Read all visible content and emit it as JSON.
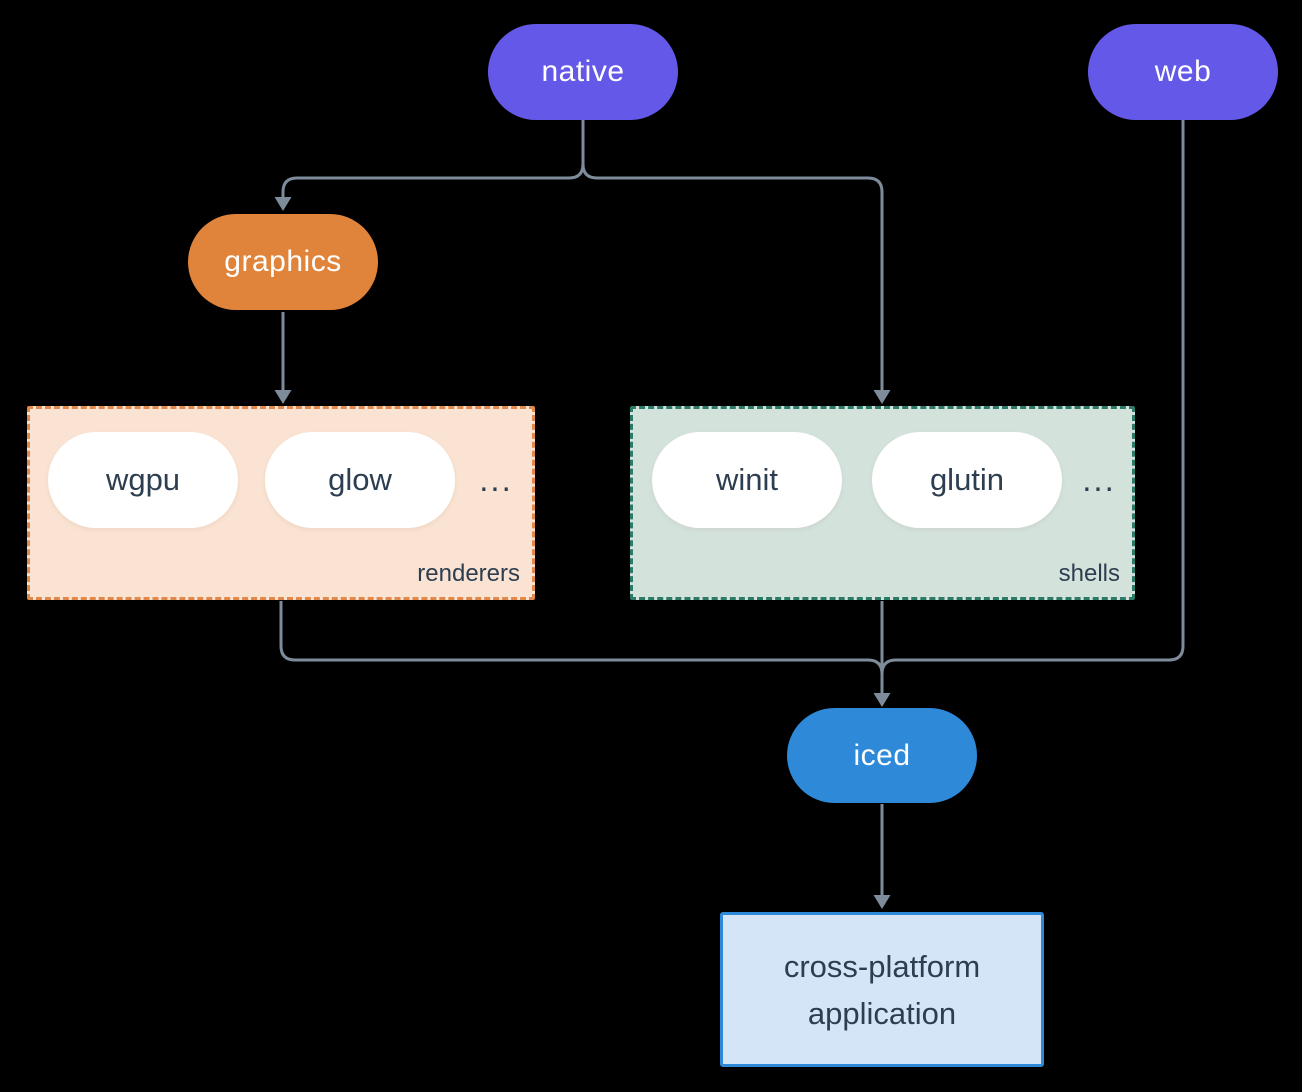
{
  "canvas": {
    "background": "#000000",
    "line_color": "#7d8b9a",
    "dark_text_color": "#2d3e50"
  },
  "nodes": {
    "native": {
      "label": "native",
      "fill": "#6458e9",
      "text_color": "#ffffff"
    },
    "web": {
      "label": "web",
      "fill": "#6458e9",
      "text_color": "#ffffff"
    },
    "graphics": {
      "label": "graphics",
      "fill": "#e0843c",
      "text_color": "#ffffff"
    },
    "iced": {
      "label": "iced",
      "fill": "#2e89d8",
      "text_color": "#ffffff"
    },
    "application": {
      "label": "cross-platform application",
      "fill": "#d4e5f7",
      "border": "#2e89d8",
      "text_color": "#2d3e50"
    }
  },
  "groups": {
    "renderers": {
      "label": "renderers",
      "fill": "#fae3d2",
      "border": "#e2884a",
      "items": [
        "wgpu",
        "glow"
      ],
      "ellipsis": "..."
    },
    "shells": {
      "label": "shells",
      "fill": "#d3e2db",
      "border": "#2c7a68",
      "items": [
        "winit",
        "glutin"
      ],
      "ellipsis": "..."
    }
  }
}
